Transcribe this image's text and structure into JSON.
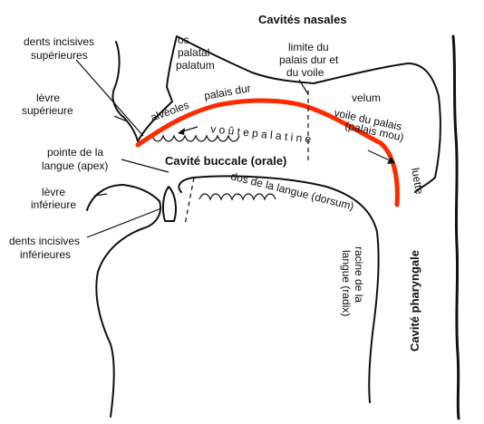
{
  "colors": {
    "ink": "#111111",
    "palate_highlight": "#ff2a00",
    "background": "#ffffff"
  },
  "labels": {
    "nasal_cavities": "Cavités nasales",
    "upper_incisors_1": "dents incisives",
    "upper_incisors_2": "supérieures",
    "palatal_bone_1": "os",
    "palatal_bone_2": "palatal",
    "palatal_bone_3": "palatum",
    "limit_1": "limite du",
    "limit_2": "palais dur et",
    "limit_3": "du voile",
    "upper_lip_1": "lèvre",
    "upper_lip_2": "supérieure",
    "alveoles": "alvéoles",
    "hard_palate": "palais dur",
    "velum": "velum",
    "soft_palate_1": "voile du palais",
    "soft_palate_2": "(palais mou)",
    "palatal_vault": "v o û t e   p a l a t i n e",
    "uvula": "luette",
    "tongue_tip_1": "pointe de la",
    "tongue_tip_2": "langue (apex)",
    "oral_cavity": "Cavité buccale (orale)",
    "dorsum": "dos de la langue (dorsum)",
    "lower_lip_1": "lèvre",
    "lower_lip_2": "inférieure",
    "lower_incisors_1": "dents incisives",
    "lower_incisors_2": "inférieures",
    "tongue_root_1": "racine de la",
    "tongue_root_2": "langue (radix)",
    "pharyngeal_cavity": "Cavité pharyngale"
  }
}
